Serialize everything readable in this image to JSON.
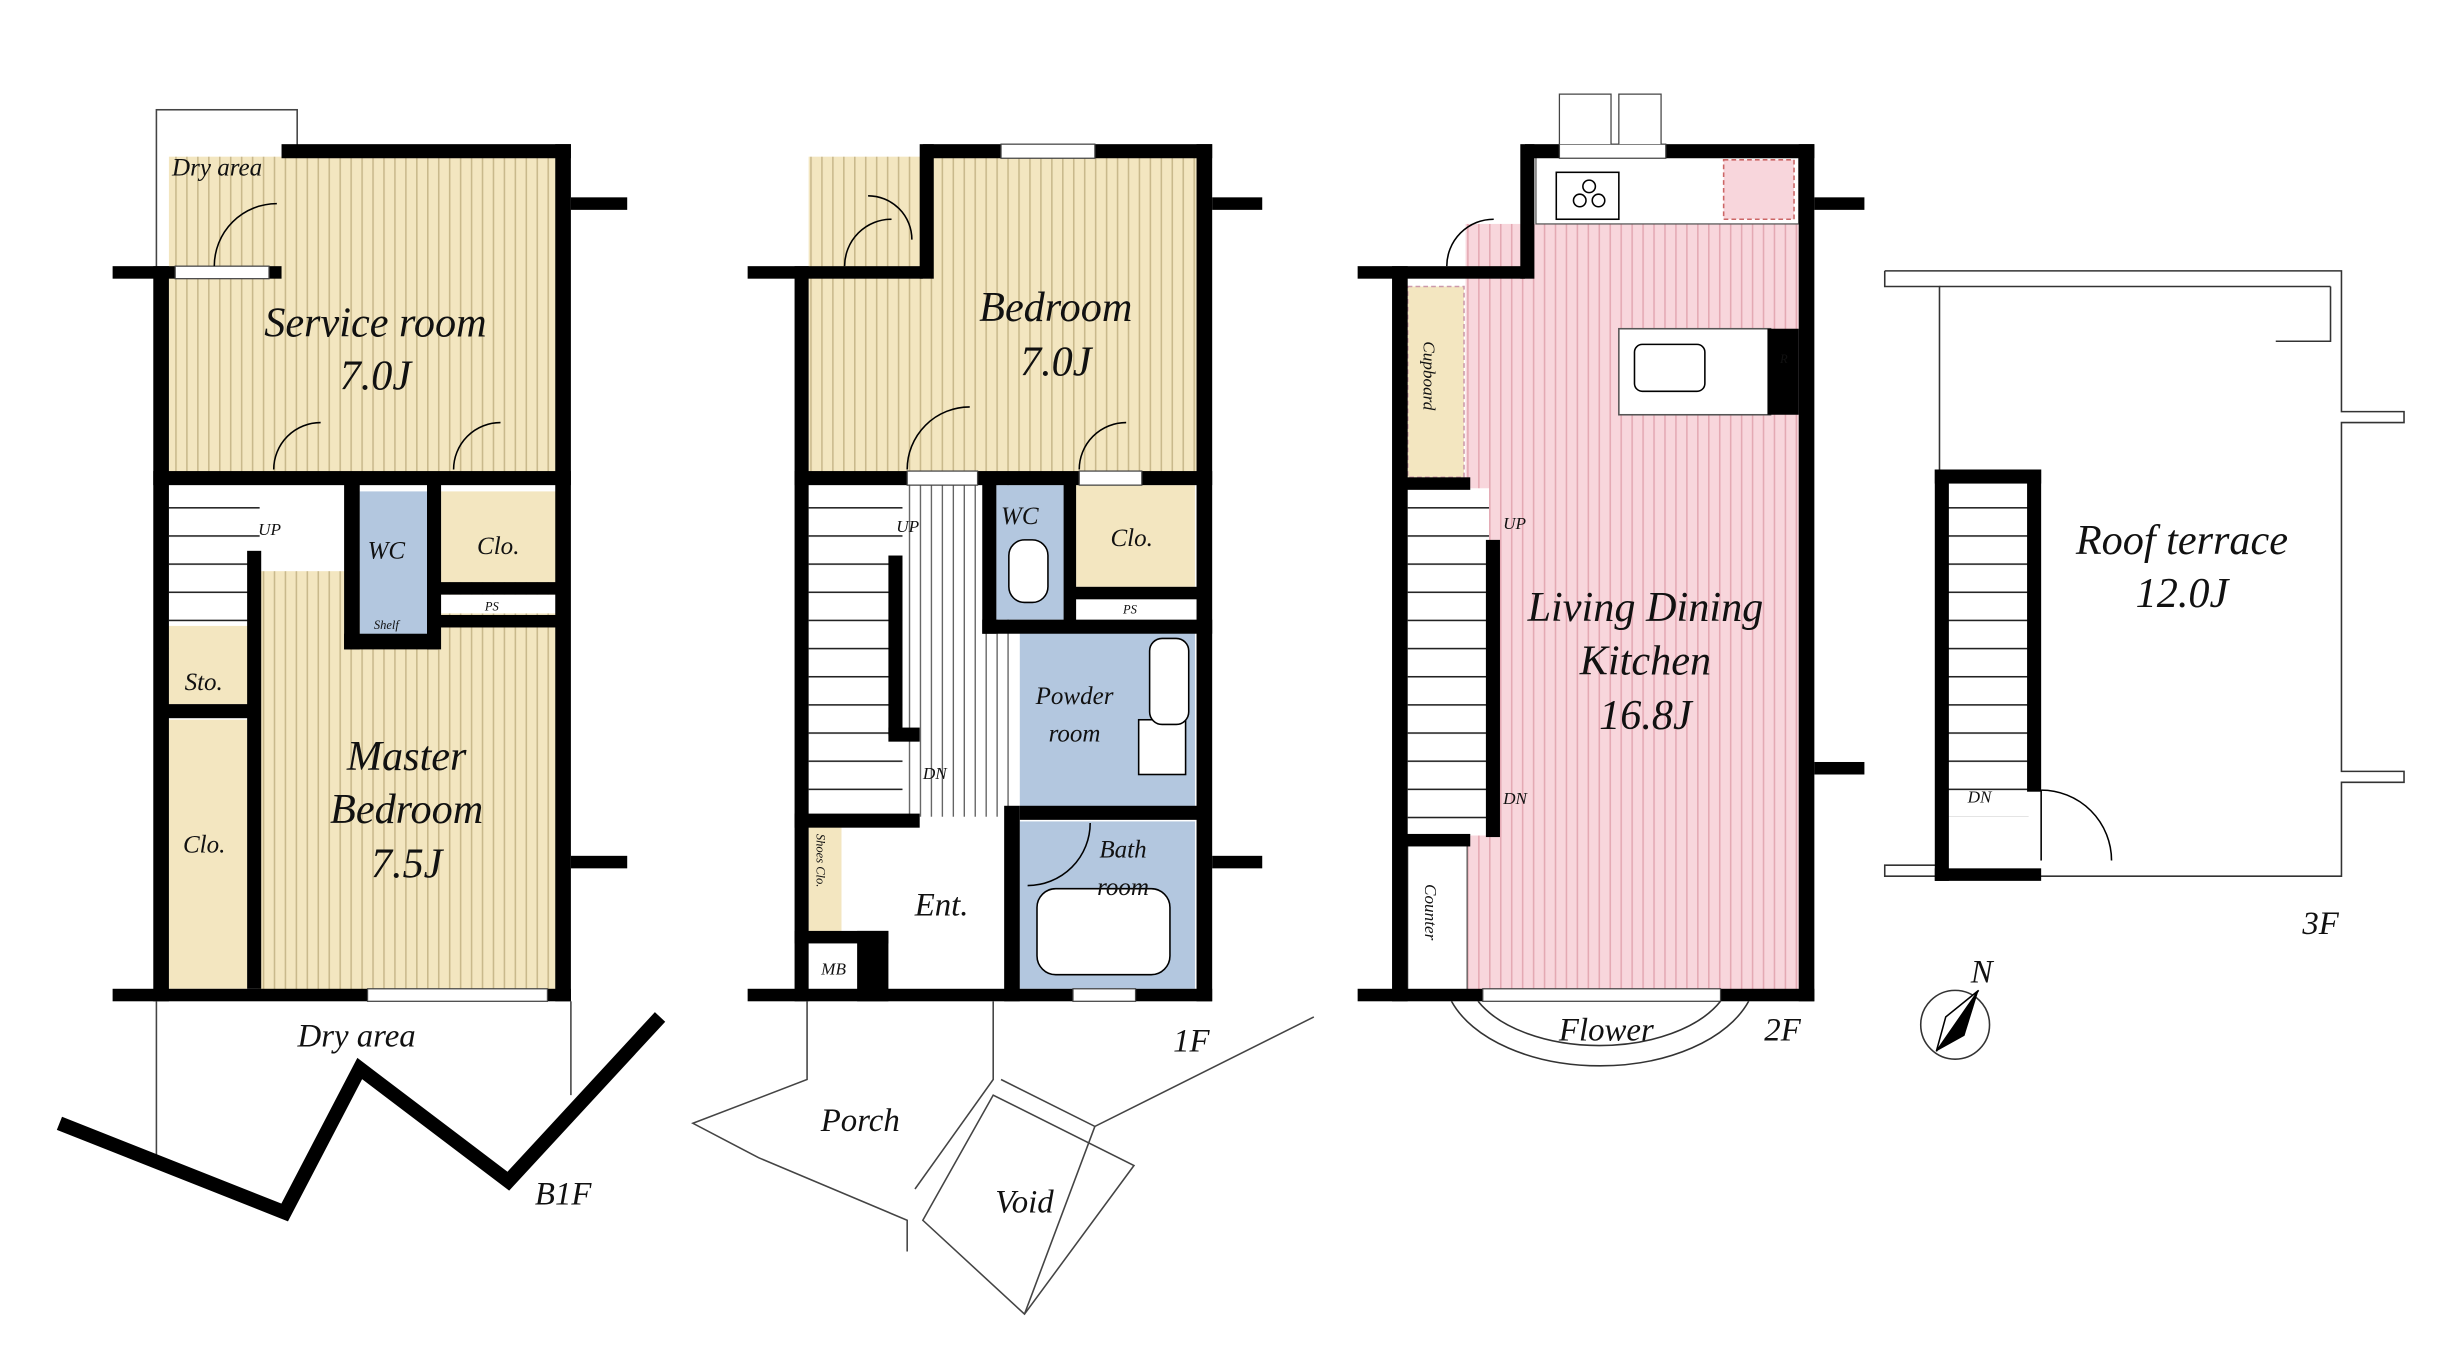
{
  "colors": {
    "wall": "#000000",
    "beige": "#f3e6c0",
    "stripe": "#c9b98c",
    "blue": "#b3c7df",
    "pink": "#f8d6dc",
    "pink_stripe": "#e4a9b3"
  },
  "b1f": {
    "label": "B1F",
    "dry_area_top": "Dry area",
    "service_room": {
      "name": "Service room",
      "size": "7.0J"
    },
    "master_bedroom": {
      "name1": "Master",
      "name2": "Bedroom",
      "size": "7.5J"
    },
    "up": "UP",
    "wc": "WC",
    "shelf": "Shelf",
    "closet": "Clo.",
    "ps": "PS",
    "storage": "Sto.",
    "closet2": "Clo.",
    "dry_area_bottom": "Dry area"
  },
  "f1": {
    "label": "1F",
    "bedroom": {
      "name": "Bedroom",
      "size": "7.0J"
    },
    "up": "UP",
    "dn": "DN",
    "wc": "WC",
    "closet": "Clo.",
    "ps": "PS",
    "powder_room": {
      "name1": "Powder",
      "name2": "room"
    },
    "bath_room": {
      "name1": "Bath",
      "name2": "room"
    },
    "shoes_closet": "Shoes Clo.",
    "entrance": "Ent.",
    "mb": "MB",
    "porch": "Porch",
    "void": "Void"
  },
  "f2": {
    "label": "2F",
    "ldk": {
      "name1": "Living Dining",
      "name2": "Kitchen",
      "size": "16.8J"
    },
    "cupboard": "Cupboard",
    "counter": "Counter",
    "up": "UP",
    "dn": "DN",
    "flower": "Flower",
    "fridge": "R"
  },
  "f3": {
    "label": "3F",
    "roof_terrace": {
      "name": "Roof terrace",
      "size": "12.0J"
    },
    "dn": "DN"
  },
  "compass": {
    "north": "N"
  }
}
